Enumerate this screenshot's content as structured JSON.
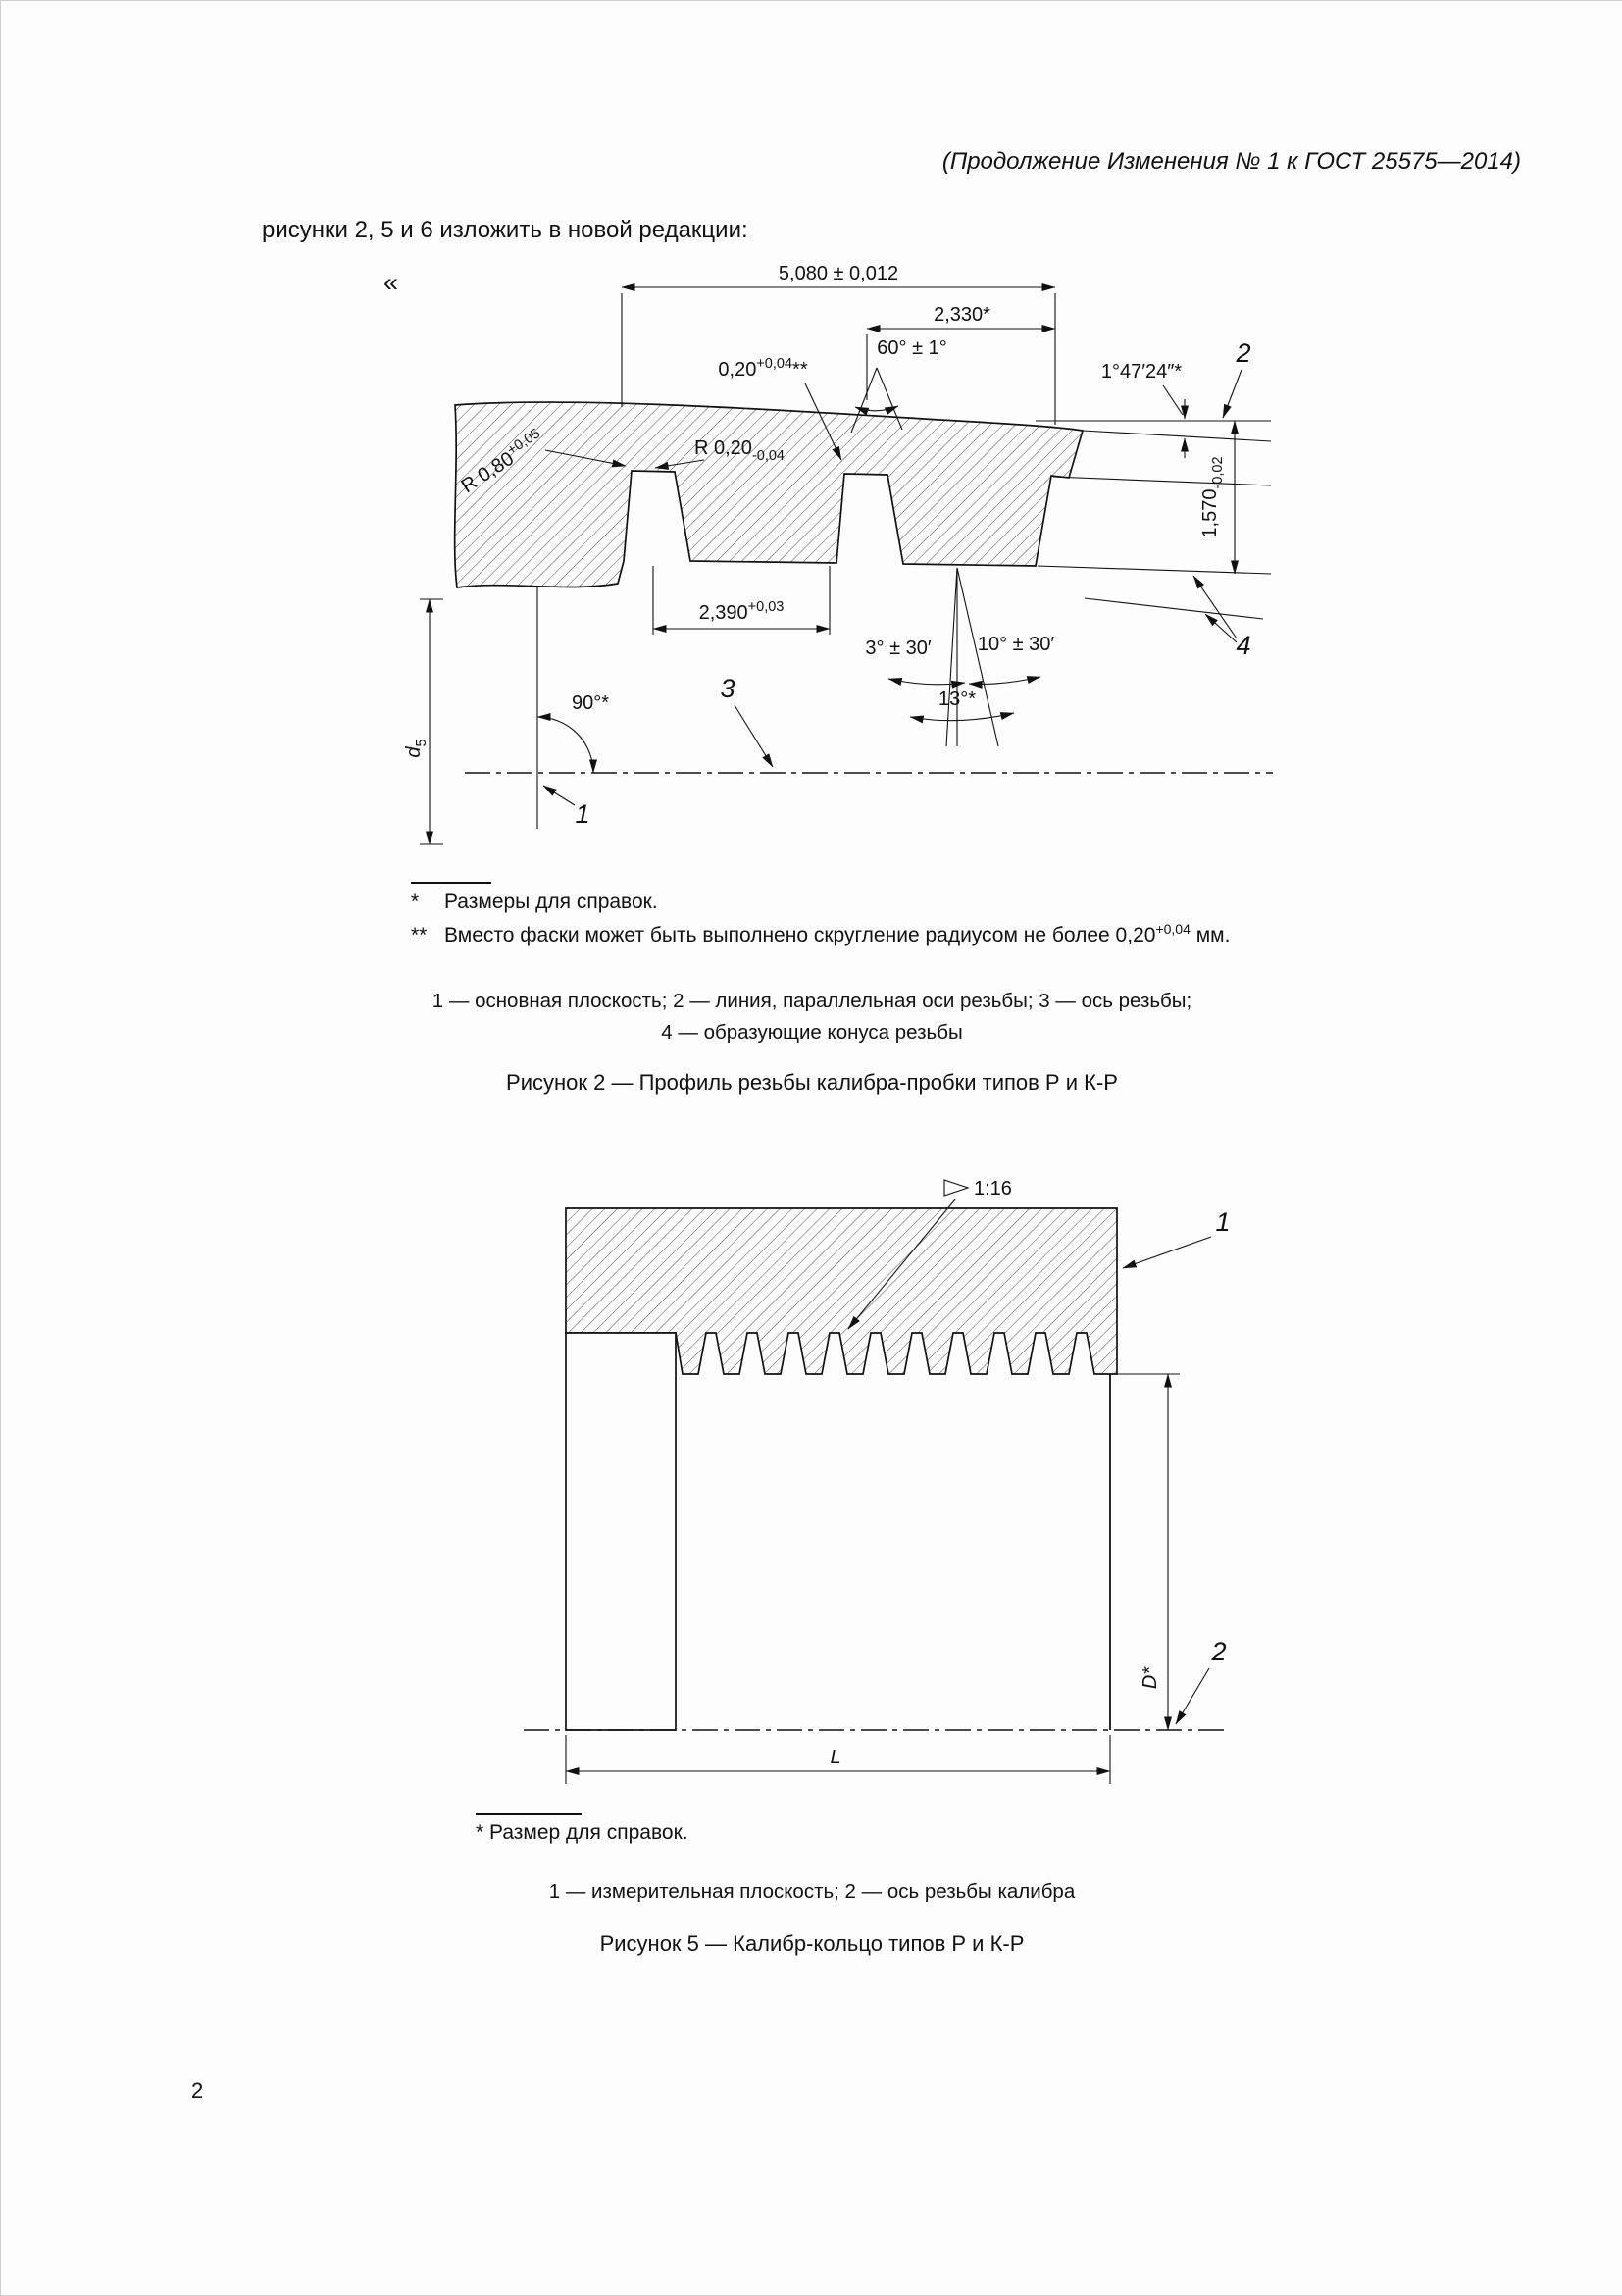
{
  "page": {
    "header": "(Продолжение Изменения № 1 к ГОСТ 25575—2014)",
    "intro": "рисунки 2, 5 и 6 изложить в новой редакции:",
    "open_quote": "«",
    "page_number": "2"
  },
  "figure2": {
    "dimensions": {
      "dim_5080": "5,080 ± 0,012",
      "dim_2330": "2,330*",
      "angle_60": "60° ± 1°",
      "chamfer": {
        "base": "0,20",
        "sup": "+0,04",
        "star": "**"
      },
      "angle_taper": "1°47′24″*",
      "r080": {
        "base": "R 0,80",
        "sup": "+0,05"
      },
      "r020": {
        "base": "R 0,20",
        "sub": "-0,04"
      },
      "h1570": {
        "base": "1,570",
        "sub": "-0,02"
      },
      "p2390": {
        "base": "2,390",
        "sup": "+0,03"
      },
      "angle_3": "3° ± 30′",
      "angle_10": "10° ± 30′",
      "angle_13": "13°*",
      "angle_90": "90°*",
      "d5": {
        "base": "d",
        "sub": "5"
      }
    },
    "labels": {
      "l1": "1",
      "l2": "2",
      "l3": "3",
      "l4": "4"
    },
    "footnote1_marker": "*",
    "footnote1": "Размеры для справок.",
    "footnote2_marker": "**",
    "footnote2_pre": "Вместо фаски может быть выполнено скругление радиусом не более 0,20",
    "footnote2_sup": "+0,04",
    "footnote2_post": " мм.",
    "legend_line1": "1 — основная плоскость; 2 — линия, параллельная оси резьбы; 3 — ось резьбы;",
    "legend_line2": "4 — образующие конуса резьбы",
    "caption": "Рисунок 2 — Профиль резьбы калибра-пробки типов Р и К-Р"
  },
  "figure5": {
    "taper": "1:16",
    "labels": {
      "l1": "1",
      "l2": "2"
    },
    "dim_D": "D*",
    "dim_L": "L",
    "footnote_marker": "*",
    "footnote": "Размер для справок.",
    "legend": "1 — измерительная плоскость; 2 — ось резьбы калибра",
    "caption": "Рисунок 5 — Калибр-кольцо типов Р и К-Р"
  }
}
